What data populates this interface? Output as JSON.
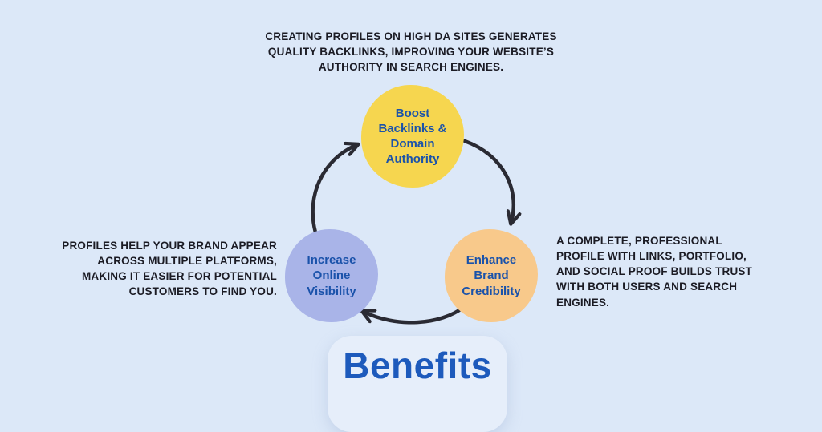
{
  "title": "Benefits",
  "annotations": {
    "top": "CREATING PROFILES ON HIGH DA SITES GENERATES\nQUALITY BACKLINKS, IMPROVING YOUR WEBSITE’S\nAUTHORITY IN SEARCH ENGINES.",
    "left": "PROFILES HELP YOUR BRAND APPEAR\nACROSS MULTIPLE PLATFORMS,\nMAKING IT EASIER FOR POTENTIAL\nCUSTOMERS TO FIND YOU.",
    "right": "A COMPLETE, PROFESSIONAL\nPROFILE WITH LINKS, PORTFOLIO,\nAND SOCIAL PROOF BUILDS TRUST\nWITH BOTH USERS AND SEARCH\nENGINES."
  },
  "nodes": [
    {
      "id": "boost-backlinks-domain-authority",
      "label": "Boost\nBacklinks &\nDomain\nAuthority",
      "fill": "#F6D64F"
    },
    {
      "id": "increase-online-visibility",
      "label": "Increase\nOnline\nVisibility",
      "fill": "#A9B4E8"
    },
    {
      "id": "enhance-brand-credibility",
      "label": "Enhance\nBrand\nCredibility",
      "fill": "#F8C98B"
    }
  ],
  "colors": {
    "background": "#DCE8F8",
    "arrow": "#2A2A33",
    "node_text": "#1A52AA",
    "annotation_text": "#1B1B24",
    "title_text": "#1D5ABC",
    "title_pill": "#E6EEFA"
  }
}
